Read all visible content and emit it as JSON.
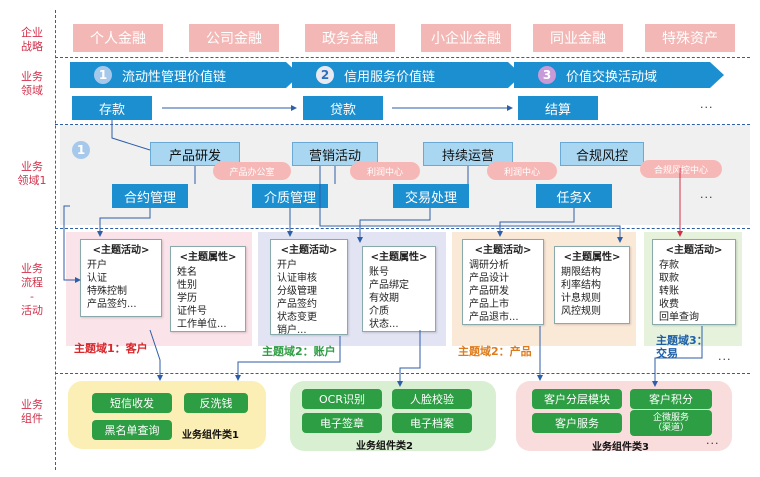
{
  "row_labels": {
    "strategy": "企业\n战略",
    "domain": "业务\n领域",
    "domain1": "业务\n领域1",
    "process": "业务\n流程\n-\n活动",
    "component": "业务\n组件"
  },
  "strategy": [
    "个人金融",
    "公司金融",
    "政务金融",
    "小企业金融",
    "同业金融",
    "特殊资产"
  ],
  "value_chains": [
    {
      "num": "1",
      "label": "流动性管理价值链"
    },
    {
      "num": "2",
      "label": "信用服务价值链"
    },
    {
      "num": "3",
      "label": "价值交换活动域"
    }
  ],
  "domains": [
    "存款",
    "贷款",
    "结算"
  ],
  "ellipsis": "...",
  "badge_num": "1",
  "products": [
    "产品研发",
    "营销活动",
    "持续运营",
    "合规风控"
  ],
  "centers": [
    "产品办公室",
    "利润中心",
    "利润中心",
    "合规风控中心"
  ],
  "subdomains": [
    "合约管理",
    "介质管理",
    "交易处理",
    "任务X"
  ],
  "activity_head": "<主题活动>",
  "attribute_head": "<主题属性>",
  "zones": [
    {
      "domain": "主题域1：客户",
      "activities": [
        "开户",
        "认证",
        "特殊控制",
        "产品签约..."
      ],
      "attributes": [
        "姓名",
        "性别",
        "学历",
        "证件号",
        "工作单位..."
      ]
    },
    {
      "domain": "主题域2：账户",
      "activities": [
        "开户",
        "认证审核",
        "分级管理",
        "产品签约",
        "状态变更",
        "销户..."
      ],
      "attributes": [
        "账号",
        "产品绑定",
        "有效期",
        "介质",
        "状态..."
      ]
    },
    {
      "domain": "主题域2：产品",
      "activities": [
        "调研分析",
        "产品设计",
        "产品研发",
        "产品上市",
        "产品退市..."
      ],
      "attributes": [
        "期限结构",
        "利率结构",
        "计息规则",
        "风控规则"
      ]
    },
    {
      "domain": "主题域3：\n交易",
      "activities": [
        "存款",
        "取款",
        "转账",
        "收费",
        "回单查询"
      ],
      "attributes": []
    }
  ],
  "component_groups": [
    {
      "label": "业务组件类1",
      "items": [
        "短信收发",
        "反洗钱",
        "黑名单查询"
      ]
    },
    {
      "label": "业务组件类2",
      "items": [
        "OCR识别",
        "人脸校验",
        "电子签章",
        "电子档案"
      ]
    },
    {
      "label": "业务组件类3",
      "items": [
        "客户分层模块",
        "客户积分",
        "客户服务",
        "企微服务\n（渠道）"
      ]
    }
  ],
  "colors": {
    "blue": "#1b8fd0",
    "light_blue": "#a9d7f2",
    "pink": "#f3b7b5",
    "green": "#2e9e44",
    "label_red": "#d2304a",
    "domain_red": "#d8262b",
    "domain_green": "#2e9e44",
    "domain_orange": "#e07b1a",
    "domain_blue": "#1d5fa8"
  }
}
